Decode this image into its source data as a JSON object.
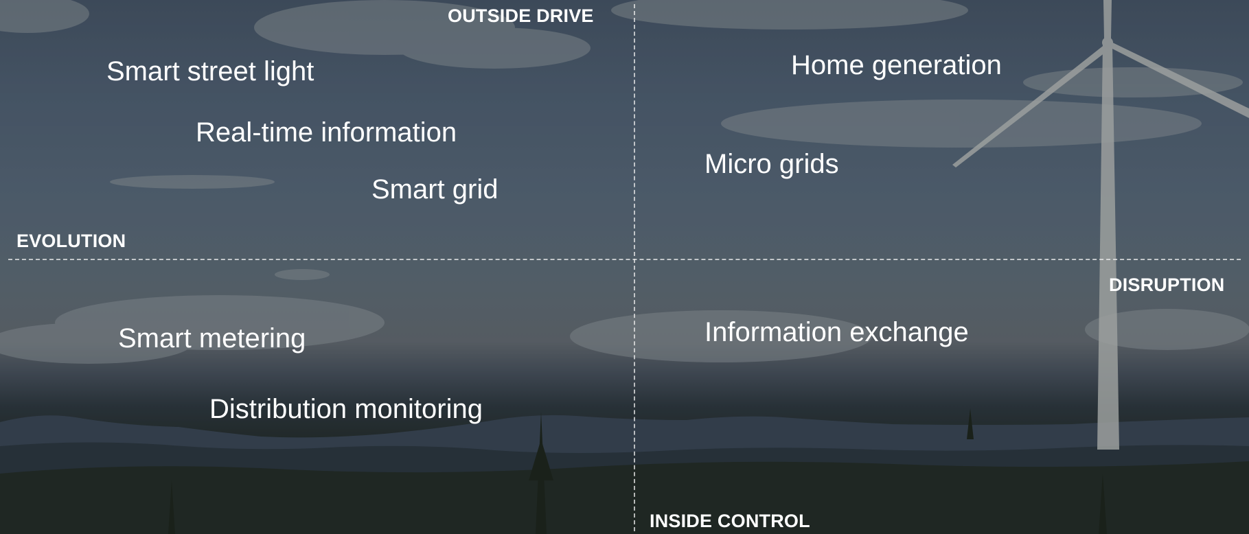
{
  "axes": {
    "top": "OUTSIDE DRIVE",
    "bottom": "INSIDE CONTROL",
    "left": "EVOLUTION",
    "right": "DISRUPTION"
  },
  "quadrants": {
    "top_left": [
      "Smart street light",
      "Real-time information",
      "Smart grid"
    ],
    "top_right": [
      "Home generation",
      "Micro grids"
    ],
    "bottom_left": [
      "Smart metering",
      "Distribution monitoring"
    ],
    "bottom_right": [
      "Information exchange"
    ]
  }
}
